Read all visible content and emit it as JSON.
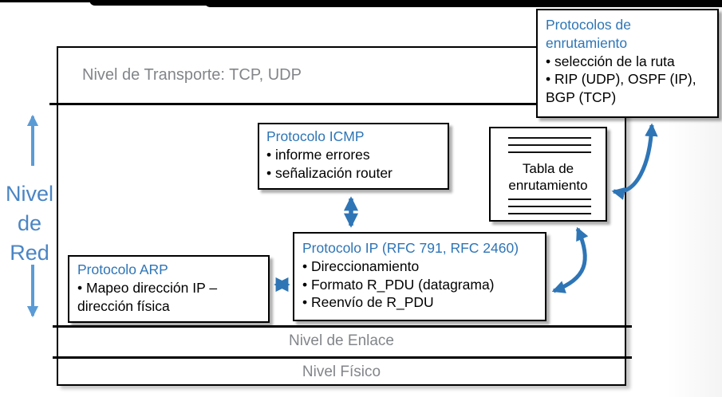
{
  "colors": {
    "accent_blue": "#2E75B6",
    "light_blue": "#5B9BD5",
    "side_label_blue": "#4A85C4",
    "gray_text": "#828589",
    "border_black": "#000000"
  },
  "side_label": {
    "line1": "Nivel",
    "line2": "de",
    "line3": "Red"
  },
  "stack": {
    "transport_label": "Nivel de Transporte: TCP, UDP",
    "link_label": "Nivel de Enlace",
    "physical_label": "Nivel Físico"
  },
  "boxes": {
    "icmp": {
      "title": "Protocolo ICMP",
      "bullet1": "• informe errores",
      "bullet2": "• señalización router"
    },
    "routing": {
      "title": "Protocolos de enrutamiento",
      "bullet1": "• selección de la ruta",
      "bullet2": "• RIP (UDP), OSPF (IP), BGP (TCP)"
    },
    "routing_table": {
      "label": "Tabla de enrutamiento"
    },
    "ip": {
      "title": "Protocolo IP (RFC 791, RFC 2460)",
      "bullet1": "• Direccionamiento",
      "bullet2": "• Formato R_PDU (datagrama)",
      "bullet3": "• Reenvío de R_PDU"
    },
    "arp": {
      "title": "Protocolo ARP",
      "bullet1": "• Mapeo dirección IP – dirección física"
    }
  },
  "icons": {
    "routing_table_rules": "ruled-lines-icon",
    "arrows": "double-headed-arrow-icon"
  }
}
